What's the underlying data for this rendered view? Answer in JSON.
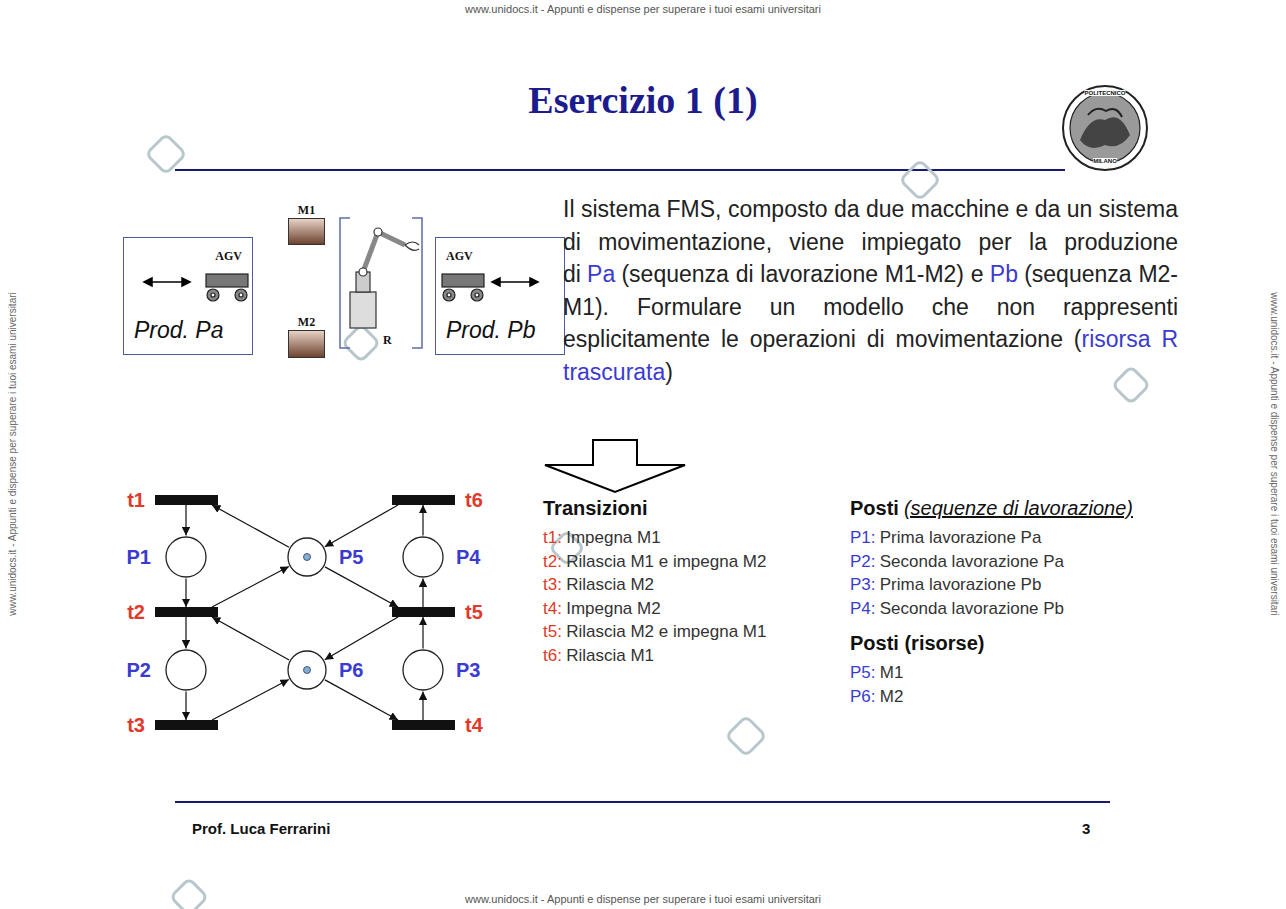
{
  "diagram": {
    "title": "Esercizio 1 (1)",
    "nodes": [
      {
        "text": [
          "AGV",
          "Prod. Pa"
        ]
      },
      {
        "text": [
          "M1"
        ]
      },
      {
        "text": [
          "M2"
        ]
      },
      {
        "text": [
          "AGV",
          "Prod. Pb"
        ]
      },
      {
        "text": [
          "t1"
        ]
      },
      {
        "text": [
          "P1"
        ]
      },
      {
        "text": [
          "t2"
        ]
      },
      {
        "text": [
          "P2"
        ]
      },
      {
        "text": [
          "t3"
        ]
      },
      {
        "text": [
          "P5"
        ]
      },
      {
        "text": [
          "P6"
        ]
      },
      {
        "text": [
          "t6"
        ]
      },
      {
        "text": [
          "P4"
        ]
      },
      {
        "text": [
          "t5"
        ]
      },
      {
        "text": [
          "P3"
        ]
      },
      {
        "text": [
          "t4"
        ]
      }
    ],
    "edges": [
      {
        "from": 9,
        "to": 4,
        "arrow": "to"
      },
      {
        "from": 4,
        "to": 5,
        "arrow": "to"
      },
      {
        "from": 5,
        "to": 6,
        "arrow": "to"
      },
      {
        "from": 10,
        "to": 6,
        "arrow": "to"
      },
      {
        "from": 6,
        "to": 7,
        "arrow": "to"
      },
      {
        "from": 6,
        "to": 9,
        "arrow": "to"
      },
      {
        "from": 7,
        "to": 8,
        "arrow": "to"
      },
      {
        "from": 8,
        "to": 10,
        "arrow": "to"
      },
      {
        "from": 12,
        "to": 11,
        "arrow": "to"
      },
      {
        "from": 11,
        "to": 9,
        "arrow": "to"
      },
      {
        "from": 9,
        "to": 13,
        "arrow": "to"
      },
      {
        "from": 14,
        "to": 13,
        "arrow": "to"
      },
      {
        "from": 13,
        "to": 12,
        "arrow": "to"
      },
      {
        "from": 13,
        "to": 10,
        "arrow": "to"
      },
      {
        "from": 10,
        "to": 15,
        "arrow": "to"
      },
      {
        "from": 15,
        "to": 14,
        "arrow": "to"
      }
    ],
    "labels": [
      "www.unidocs.it - Appunti e dispense per superare i tuoi esami universitari",
      "www.unidocs.it - Appunti e dispense per superare i tuoi esami universitari",
      "www.unidocs.it - Appunti e dispense per superare i tuoi esami universitari",
      "www.unidocs.it - Appunti e dispense per superare i tuoi esami universitari",
      "POLITECNICO",
      "MILANO",
      "R",
      "Il sistema FMS, composto da due macchine e da un sistema di movimentazione, viene impiegato per la produzione di",
      "Pa",
      "(sequenza di lavorazione M1-M2) e",
      "Pb",
      "(sequenza M2-M1). Formulare un modello che non rappresenti esplicitamente le operazioni di movimentazione (",
      "risorsa R trascurata",
      ")",
      "Transizioni",
      "t1:",
      "Impegna M1",
      "t2:",
      "Rilascia M1 e impegna M2",
      "t3:",
      "Rilascia M2",
      "t4:",
      "Impegna M2",
      "t5:",
      "Rilascia M2 e impegna M1",
      "t6:",
      "Rilascia M1",
      "Posti",
      "(sequenze di lavorazione)",
      "P1:",
      "Prima lavorazione Pa",
      "P2:",
      "Seconda lavorazione Pa",
      "P3:",
      "Prima lavorazione Pb",
      "P4:",
      "Seconda lavorazione Pb",
      "Posti (risorse)",
      "P5:",
      "M1",
      "P6:",
      "M2",
      "Prof. Luca Ferrarini",
      "3"
    ]
  }
}
